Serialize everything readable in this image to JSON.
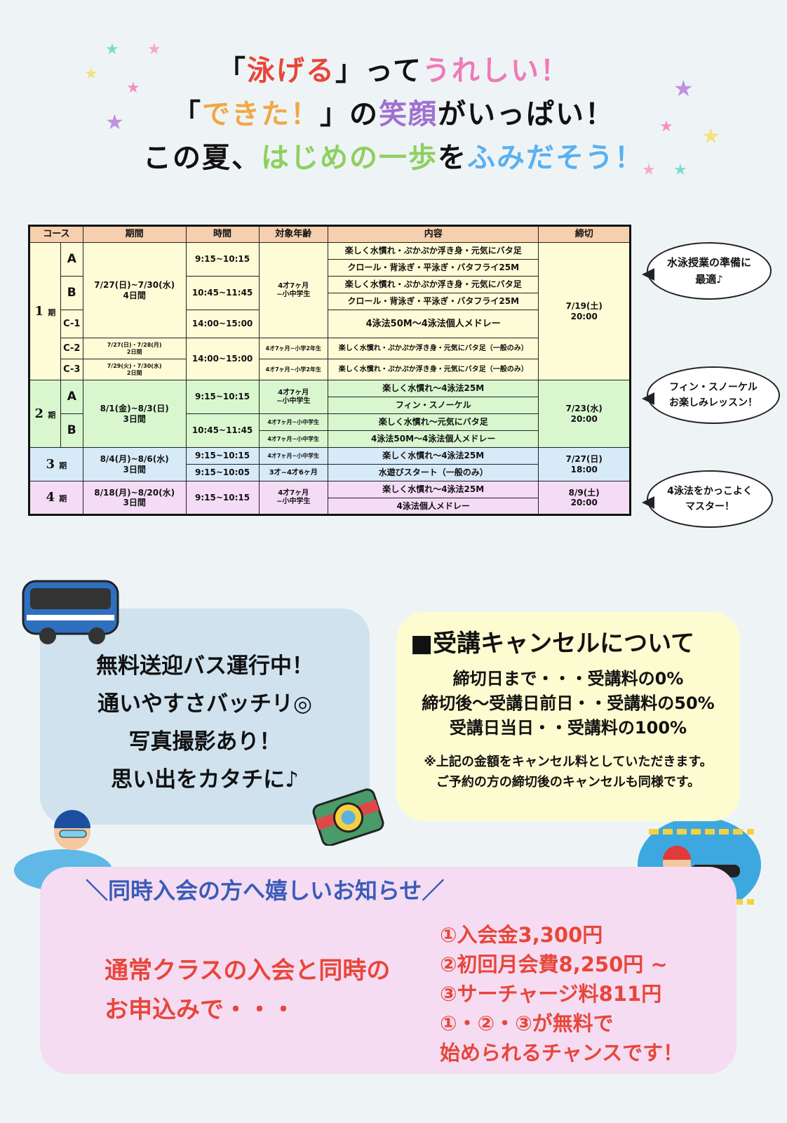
{
  "headline": {
    "line1": [
      {
        "t": "「",
        "c": "#111111"
      },
      {
        "t": "泳げる",
        "c": "#e8463a"
      },
      {
        "t": "」って",
        "c": "#111111"
      },
      {
        "t": "うれしい！",
        "c": "#f07ab8"
      }
    ],
    "line2": [
      {
        "t": "「",
        "c": "#111111"
      },
      {
        "t": "できた！",
        "c": "#f0a845"
      },
      {
        "t": "」の",
        "c": "#111111"
      },
      {
        "t": "笑顔",
        "c": "#a070d0"
      },
      {
        "t": "がいっぱい！",
        "c": "#111111"
      }
    ],
    "line3": [
      {
        "t": "この夏、",
        "c": "#111111"
      },
      {
        "t": "はじめの一歩",
        "c": "#8ed060"
      },
      {
        "t": "を",
        "c": "#111111"
      },
      {
        "t": "ふみだそう！",
        "c": "#5ab0f0"
      }
    ]
  },
  "table": {
    "headers": [
      "コース",
      "期間",
      "時間",
      "対象年齢",
      "内容",
      "締切"
    ],
    "p1": {
      "label": "1",
      "unit": "期",
      "a": "A",
      "b": "B",
      "c1": "C-1",
      "c2": "C-2",
      "c3": "C-3",
      "period_main": "7/27(日)~7/30(水)",
      "days_main": "4日間",
      "period_c2": "7/27(日)・7/28(月)",
      "days_c2": "2日間",
      "period_c3": "7/29(火)・7/30(水)",
      "days_c3": "2日間",
      "time_a": "9:15~10:15",
      "time_b": "10:45~11:45",
      "time_c1": "14:00~15:00",
      "time_c23": "14:00~15:00",
      "age_main": "4才7ヶ月\n~小中学生",
      "age_c2": "4才7ヶ月~小学2年生",
      "age_c3": "4才7ヶ月~小学2年生",
      "content": [
        "楽しく水慣れ・ぷかぷか浮き身・元気にバタ足",
        "クロール・背泳ぎ・平泳ぎ・バタフライ25M",
        "楽しく水慣れ・ぷかぷか浮き身・元気にバタ足",
        "クロール・背泳ぎ・平泳ぎ・バタフライ25M",
        "4泳法50M～4泳法個人メドレー",
        "楽しく水慣れ・ぷかぷか浮き身・元気にバタ足（一般のみ）",
        "楽しく水慣れ・ぷかぷか浮き身・元気にバタ足（一般のみ）"
      ],
      "deadline": "7/19(土)\n20:00"
    },
    "p2": {
      "label": "2",
      "unit": "期",
      "a": "A",
      "b": "B",
      "period": "8/1(金)~8/3(日)",
      "days": "3日間",
      "time_a": "9:15~10:15",
      "time_b": "10:45~11:45",
      "age_a": "4才7ヶ月\n~小中学生",
      "age_b1": "4才7ヶ月~小中学生",
      "age_b2": "4才7ヶ月~小中学生",
      "content": [
        "楽しく水慣れ～4泳法25M",
        "フィン・スノーケル",
        "楽しく水慣れ～元気にバタ足",
        "4泳法50M～4泳法個人メドレー"
      ],
      "deadline": "7/23(水)\n20:00"
    },
    "p3": {
      "label": "3",
      "unit": "期",
      "period": "8/4(月)~8/6(水)",
      "days": "3日間",
      "time1": "9:15~10:15",
      "time2": "9:15~10:05",
      "age1": "4才7ヶ月~小中学生",
      "age2": "3才~4才6ヶ月",
      "content": [
        "楽しく水慣れ～4泳法25M",
        "水遊びスタート（一般のみ）"
      ],
      "deadline": "7/27(日)\n18:00"
    },
    "p4": {
      "label": "4",
      "unit": "期",
      "period": "8/18(月)~8/20(水)",
      "days": "3日間",
      "time": "9:15~10:15",
      "age": "4才7ヶ月\n~小中学生",
      "content": [
        "楽しく水慣れ～4泳法25M",
        "4泳法個人メドレー"
      ],
      "deadline": "8/9(土)\n20:00"
    }
  },
  "bubbles": [
    "水泳授業の準備に\n最適♪",
    "フィン・スノーケル\nお楽しみレッスン！",
    "4泳法をかっこよく\nマスター！"
  ],
  "bus_box": {
    "lines": [
      "無料送迎バス運行中！",
      "通いやすさバッチリ◎",
      "写真撮影あり！",
      "思い出をカタチに♪"
    ]
  },
  "cancel": {
    "title": "■受講キャンセルについて",
    "rules": [
      "締切日まで・・・受講料の0%",
      "締切後～受講日前日・・受講料の50%",
      "受講日当日・・受講料の100%"
    ],
    "notes": [
      "※上記の金額をキャンセル料としていただきます。",
      "ご予約の方の締切後のキャンセルも同様です。"
    ]
  },
  "promo": {
    "title": "＼同時入会の方へ嬉しいお知らせ／",
    "lead": [
      "通常クラスの入会と同時の",
      "お申込みで・・・"
    ],
    "items": [
      "①入会金3,300円",
      "②初回月会費8,250円 ~",
      "③サーチャージ料811円",
      "①・②・③が無料で",
      "始められるチャンスです！"
    ]
  }
}
